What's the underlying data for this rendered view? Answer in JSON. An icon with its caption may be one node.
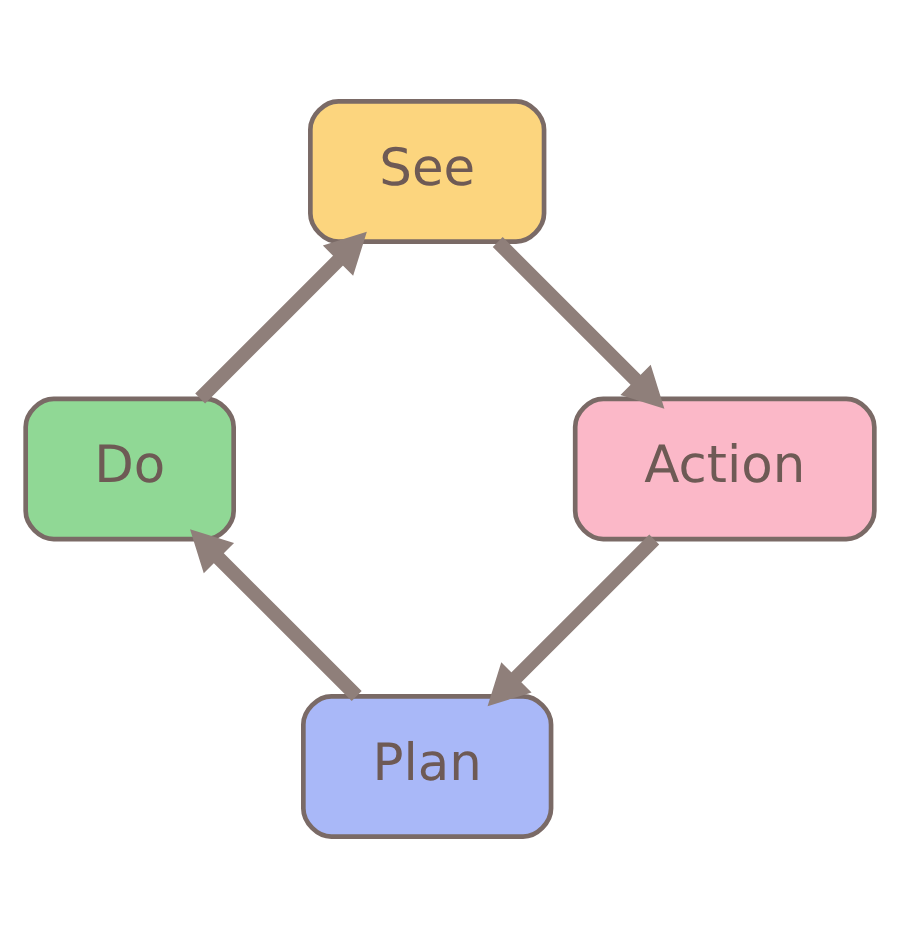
{
  "diagram": {
    "nodes": [
      {
        "text": [
          "Plan"
        ]
      },
      {
        "text": [
          "Do"
        ]
      },
      {
        "text": [
          "See"
        ]
      },
      {
        "text": [
          "Action"
        ]
      }
    ],
    "edges": [
      {
        "from": 0,
        "to": 1,
        "arrow": "to"
      },
      {
        "from": 1,
        "to": 2,
        "arrow": "to"
      },
      {
        "from": 2,
        "to": 3,
        "arrow": "to"
      },
      {
        "from": 3,
        "to": 0,
        "arrow": "to"
      }
    ]
  }
}
